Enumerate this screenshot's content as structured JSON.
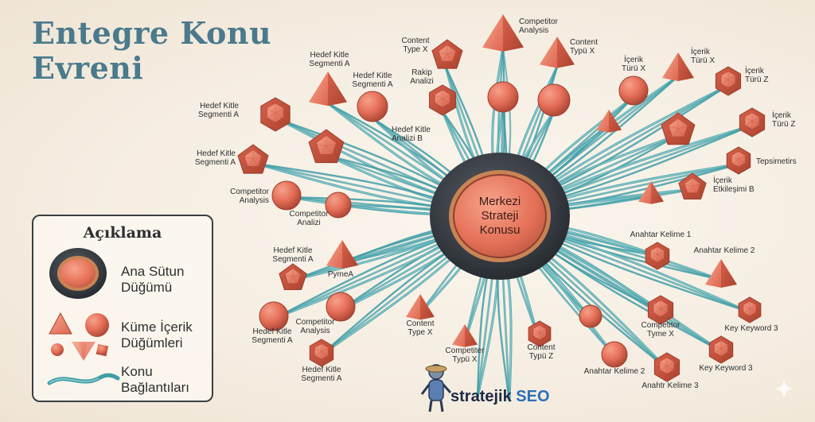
{
  "title": "Entegre Konu Evreni",
  "center_label": "Merkezi Strateji Konusu",
  "legend": {
    "title": "Açıklama",
    "items": [
      {
        "label": "Ana Sütun Düğümü"
      },
      {
        "label": "Küme İçerik Düğümleri"
      },
      {
        "label": "Konu Bağlantıları"
      }
    ]
  },
  "brand": {
    "part1": "stratejik",
    "part2": "SEO"
  },
  "colors": {
    "node": "#e6705a",
    "node_dark": "#b24a38",
    "link": "#3f9ea7",
    "hub": "#3c4148",
    "title": "#4a7a8c"
  },
  "labels": [
    {
      "lines": [
        "Competitor",
        "Analysis"
      ]
    },
    {
      "lines": [
        "Content",
        "Type X"
      ]
    },
    {
      "lines": [
        "Content",
        "Typü X"
      ]
    },
    {
      "lines": [
        "Hedef Kitle",
        "Segmenti A"
      ]
    },
    {
      "lines": [
        "Hedef Kitle",
        "Segmenti A"
      ]
    },
    {
      "lines": [
        "Rakip",
        "Analizi"
      ]
    },
    {
      "lines": [
        "Hedef Kitle",
        "Segmenti A"
      ]
    },
    {
      "lines": [
        "Hedef Kitle",
        "Analizi B"
      ]
    },
    {
      "lines": [
        "Hedef Kitle",
        "Segmenti A"
      ]
    },
    {
      "lines": [
        "Competitor",
        "Analysis"
      ]
    },
    {
      "lines": [
        "Competitor",
        "Analizi"
      ]
    },
    {
      "lines": [
        "İçerik",
        "Türü X"
      ]
    },
    {
      "lines": [
        "İçerik",
        "Türü X"
      ]
    },
    {
      "lines": [
        "İçerik",
        "Türü Z"
      ]
    },
    {
      "lines": [
        "İçerik",
        "Türü Z"
      ]
    },
    {
      "lines": [
        "Tepsimetirs"
      ]
    },
    {
      "lines": [
        "İçerik",
        "Etkileşimi B"
      ]
    },
    {
      "lines": [
        "Anahtar Kelime 1"
      ]
    },
    {
      "lines": [
        "Anahtar Kelime 2"
      ]
    },
    {
      "lines": [
        "Key Keyword 3"
      ]
    },
    {
      "lines": [
        "Competitor",
        "Tyme X"
      ]
    },
    {
      "lines": [
        "Key Keyword 3"
      ]
    },
    {
      "lines": [
        "Anahtar Kelime 2"
      ]
    },
    {
      "lines": [
        "Anahtr Kelime 3"
      ]
    },
    {
      "lines": [
        "Content",
        "Typü Z"
      ]
    },
    {
      "lines": [
        "Competiter",
        "Typü X"
      ]
    },
    {
      "lines": [
        "Content",
        "Type X"
      ]
    },
    {
      "lines": [
        "PymeA"
      ]
    },
    {
      "lines": [
        "Hedef Kitle",
        "Segmenti A"
      ]
    },
    {
      "lines": [
        "Competitor",
        "Analysis"
      ]
    },
    {
      "lines": [
        "Hedef Kitle",
        "Segmenti A"
      ]
    },
    {
      "lines": [
        "Hedef Kitle",
        "Segmenti A"
      ]
    }
  ]
}
